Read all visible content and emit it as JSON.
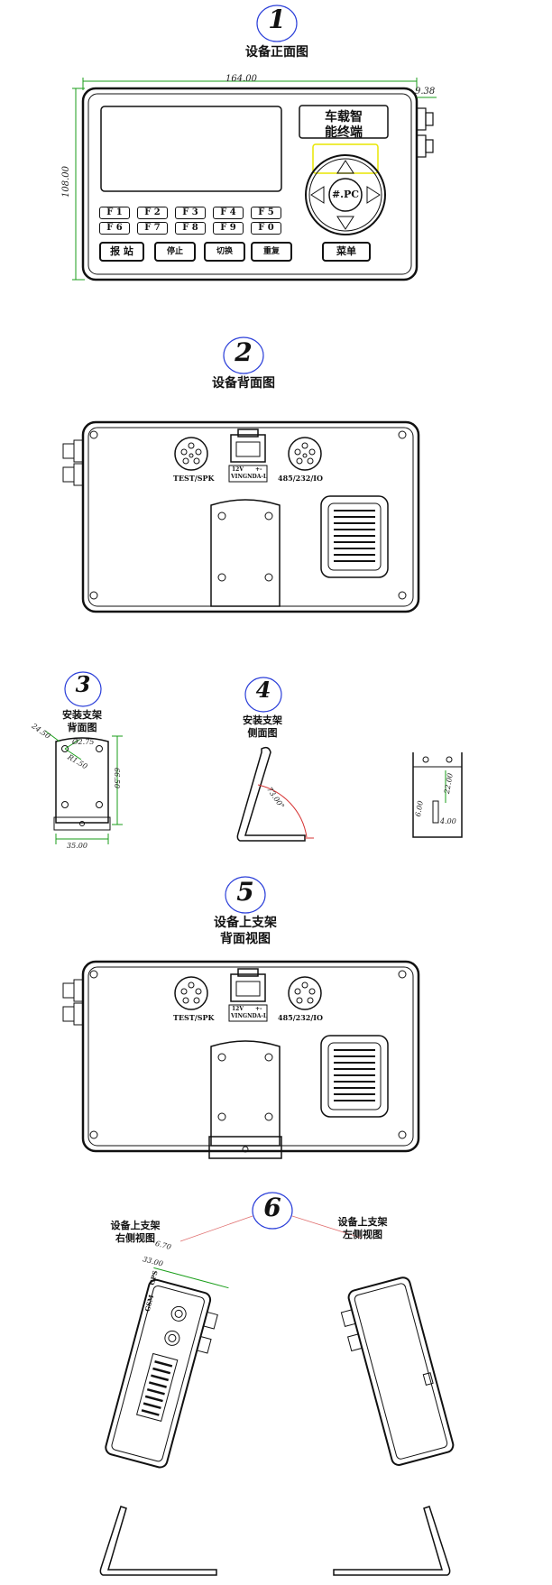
{
  "views": [
    {
      "number": "1",
      "caption": "设备正面图"
    },
    {
      "number": "2",
      "caption": "设备背面图"
    },
    {
      "number": "3",
      "caption_line1": "安装支架",
      "caption_line2": "背面图"
    },
    {
      "number": "4",
      "caption_line1": "安装支架",
      "caption_line2": "侧面图"
    },
    {
      "number": "5",
      "caption_line1": "设备上支架",
      "caption_line2": "背面视图"
    },
    {
      "number": "6"
    }
  ],
  "front": {
    "display_label_line1": "车载智",
    "display_label_line2": "能终端",
    "dpad_center": "#.PC",
    "fkeys": [
      "F 1",
      "F 2",
      "F 3",
      "F 4",
      "F 5",
      "F 6",
      "F 7",
      "F 8",
      "F 9",
      "F 0"
    ],
    "bottom_keys": [
      "报 站",
      "停止",
      "切换",
      "重复",
      "菜单"
    ],
    "dim_width": "164.00",
    "dim_height": "108.00",
    "dim_depth": "9.38"
  },
  "back": {
    "port_left": "TEST/SPK",
    "port_right": "485/232/IO",
    "power_label_a": "12V",
    "power_label_b": "+-",
    "power_label_c": "VINGNDA-L"
  },
  "bracket": {
    "dim_a": "24.50",
    "dim_b": "Ø2.75",
    "dim_c": "R1.50",
    "dim_height": "66.50",
    "dim_width": "35.00",
    "angle": "73.00°",
    "detail_a": "22.00",
    "detail_b": "6.00",
    "detail_c": "4.00"
  },
  "side": {
    "right_caption_line1": "设备上支架",
    "right_caption_line2": "右侧视图",
    "left_caption_line1": "设备上支架",
    "left_caption_line2": "左侧视图",
    "dim_a": "33.00",
    "dim_b": "6.70",
    "label_gps": "GPS",
    "label_gsm": "GSM"
  }
}
